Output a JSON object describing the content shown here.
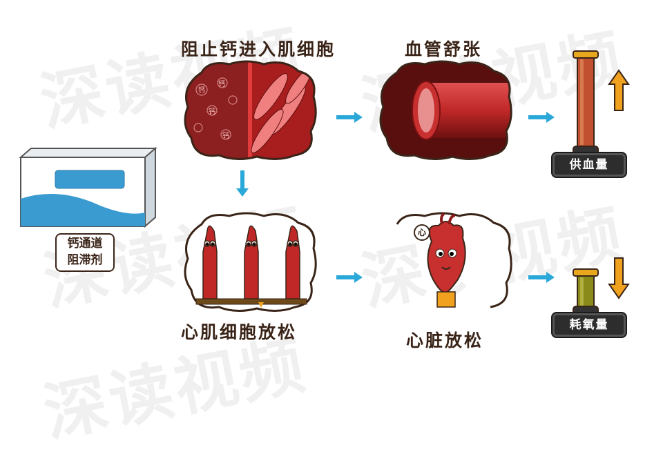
{
  "watermark": "深读视频",
  "drug": {
    "line1": "钙通道",
    "line2": "阻滞剂"
  },
  "step_block_calcium": {
    "title": "阻止钙进入肌细胞",
    "ion_label": "钙"
  },
  "step_vessel": {
    "title": "血管舒张"
  },
  "step_muscle_relax": {
    "title": "心肌细胞放松"
  },
  "step_heart_relax": {
    "title": "心脏放松",
    "heart_badge": "心"
  },
  "gauge_supply": {
    "label": "供血量",
    "direction": "up",
    "arrow_color": "#f0a21e"
  },
  "gauge_oxygen": {
    "label": "耗氧量",
    "direction": "down",
    "arrow_color": "#f0a21e"
  },
  "colors": {
    "arrow": "#2aa8d8",
    "cloud_dark": "#7a1a1a",
    "cloud_border": "#3a2418",
    "tube": "#b01c1c",
    "box_band": "#3a9bd0"
  }
}
